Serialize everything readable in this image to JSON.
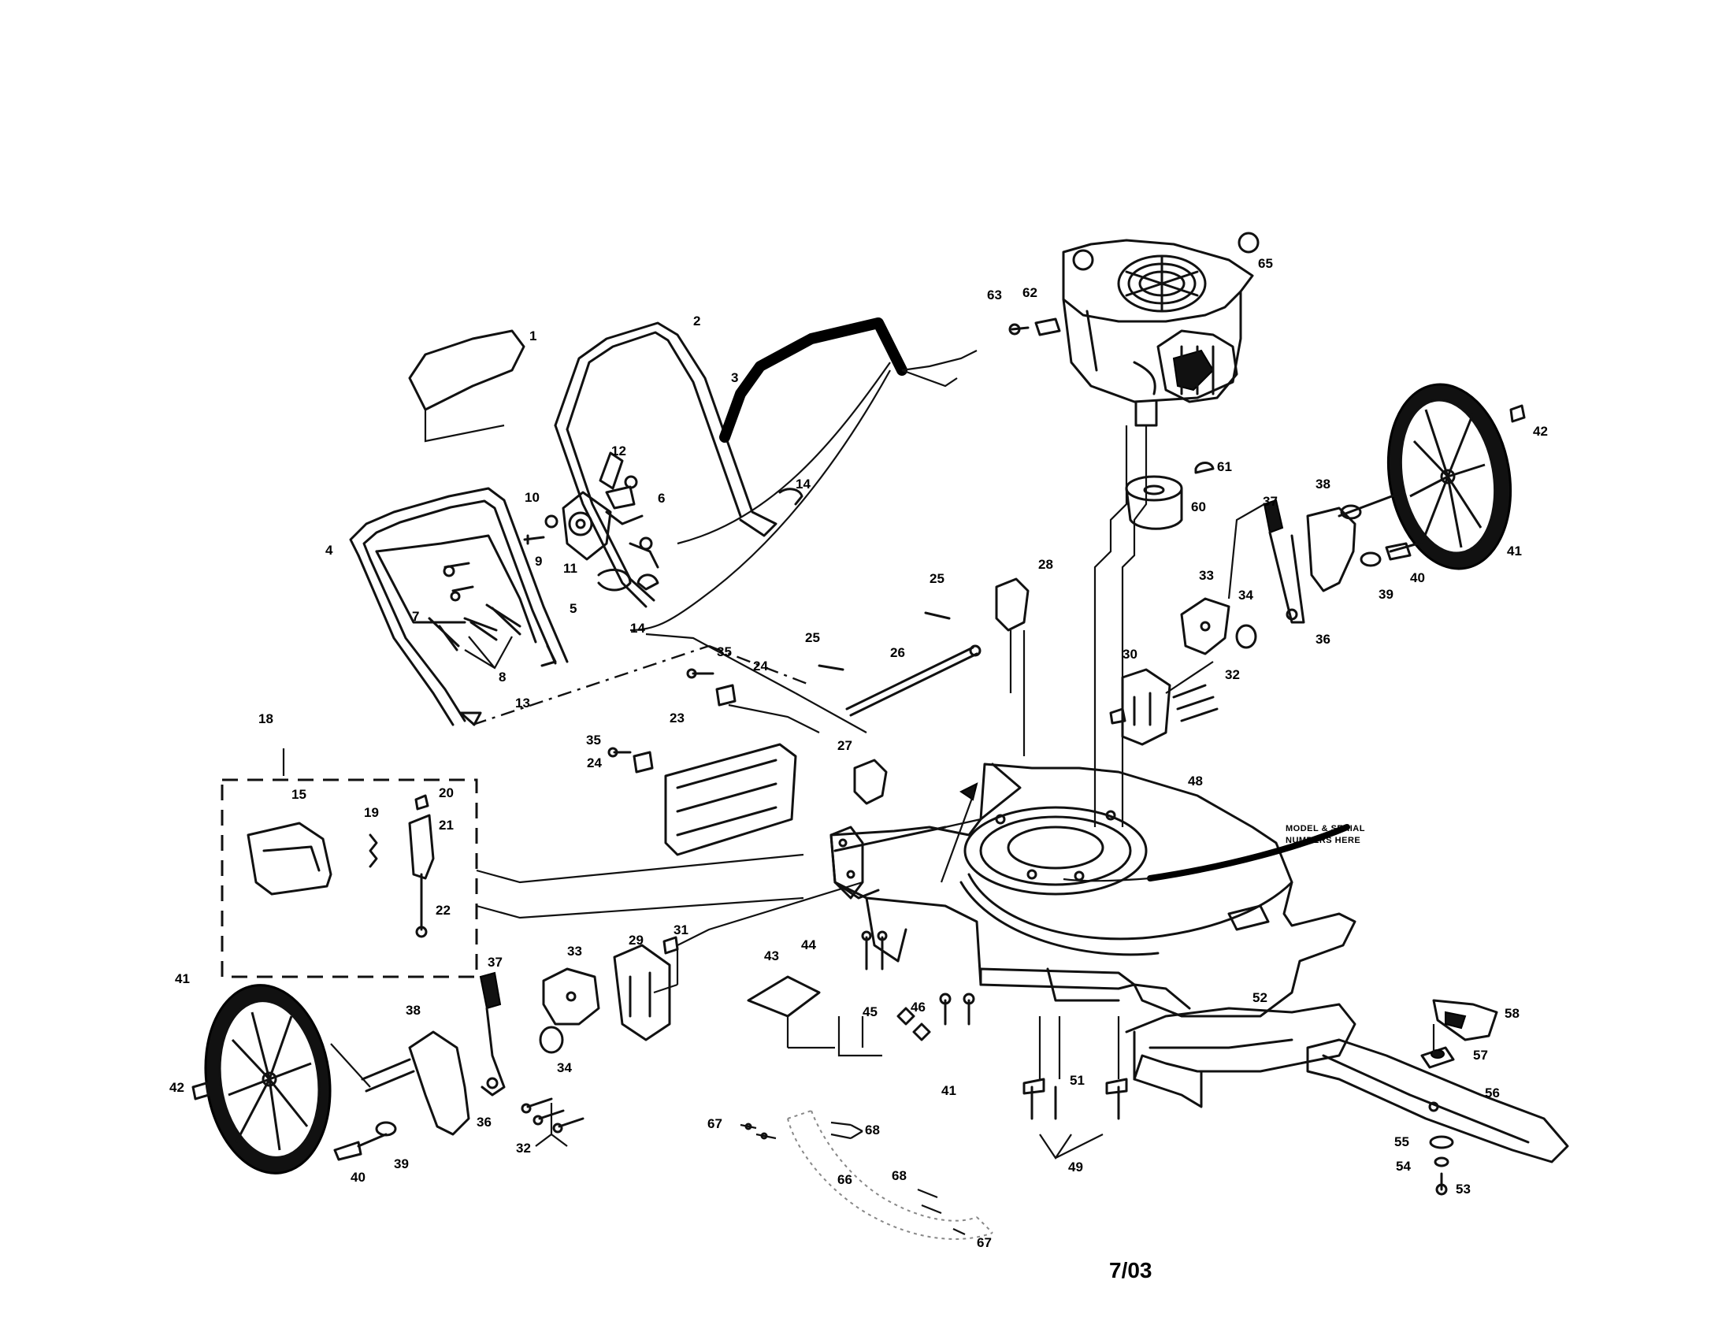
{
  "date_code": "7/03",
  "model_note": {
    "line1": "MODEL & SERIAL",
    "line2": "NUMBERS HERE"
  },
  "callouts": [
    "1",
    "2",
    "3",
    "4",
    "5",
    "6",
    "7",
    "8",
    "9",
    "10",
    "11",
    "12",
    "13",
    "14",
    "14",
    "15",
    "18",
    "19",
    "20",
    "21",
    "22",
    "23",
    "24",
    "24",
    "25",
    "25",
    "26",
    "27",
    "28",
    "29",
    "30",
    "31",
    "32",
    "32",
    "33",
    "33",
    "34",
    "34",
    "35",
    "35",
    "36",
    "36",
    "37",
    "37",
    "38",
    "38",
    "39",
    "39",
    "40",
    "40",
    "41",
    "41",
    "41",
    "42",
    "42",
    "43",
    "44",
    "45",
    "46",
    "48",
    "49",
    "51",
    "52",
    "53",
    "54",
    "55",
    "56",
    "57",
    "58",
    "60",
    "61",
    "62",
    "63",
    "65",
    "66",
    "67",
    "67",
    "68",
    "68"
  ]
}
